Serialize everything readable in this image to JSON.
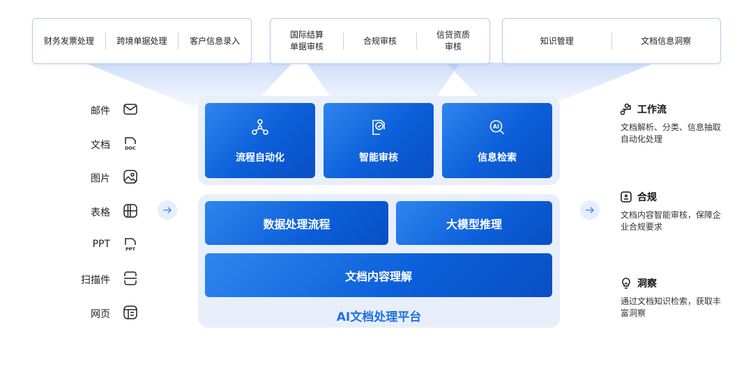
{
  "scenarios": {
    "group1": [
      "财务发票处理",
      "跨境单据处理",
      "客户信息录入"
    ],
    "group2": [
      "国际结算\n单据审核",
      "合规审核",
      "信贷资质\n审核"
    ],
    "group3": [
      "知识管理",
      "文档信息洞察"
    ]
  },
  "inputs": [
    {
      "label": "邮件",
      "icon": "mail-icon"
    },
    {
      "label": "文档",
      "icon": "doc-icon"
    },
    {
      "label": "图片",
      "icon": "image-icon"
    },
    {
      "label": "表格",
      "icon": "table-icon"
    },
    {
      "label": "PPT",
      "icon": "ppt-icon"
    },
    {
      "label": "扫描件",
      "icon": "scan-icon"
    },
    {
      "label": "网页",
      "icon": "webpage-icon"
    }
  ],
  "apps": [
    {
      "label": "流程自动化",
      "icon": "workflow-nodes-icon"
    },
    {
      "label": "智能审核",
      "icon": "review-check-icon"
    },
    {
      "label": "信息检索",
      "icon": "ai-search-icon"
    }
  ],
  "layers": {
    "data_processing": "数据处理流程",
    "llm_inference": "大模型推理",
    "doc_understanding": "文档内容理解"
  },
  "platform_title": "AI文档处理平台",
  "outputs": [
    {
      "title": "工作流",
      "desc": "文档解析、分类、信息抽取自动化处理",
      "icon": "workflow-icon"
    },
    {
      "title": "合规",
      "desc": "文档内容智能审核，保障企业合规要求",
      "icon": "compliance-icon"
    },
    {
      "title": "洞察",
      "desc": "通过文档知识检索，获取丰富洞察",
      "icon": "insight-bulb-icon"
    }
  ],
  "colors": {
    "accent": "#1f6fe5",
    "block": "#0b5ed9",
    "panel": "#e8effb"
  }
}
